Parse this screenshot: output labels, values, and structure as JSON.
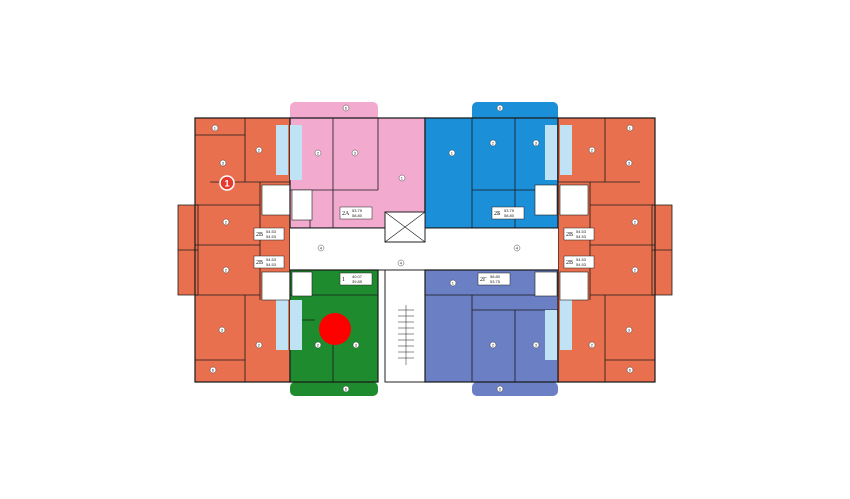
{
  "floor_plan": {
    "section_marker": "1",
    "apartments": [
      {
        "id": "2A",
        "area_main": "53.75",
        "area_sub": "58.80",
        "color": "#f2aacf"
      },
      {
        "id": "2Б",
        "area_main": "53.75",
        "area_sub": "58.80",
        "color": "#1b8fd8"
      },
      {
        "id": "2В",
        "area_main": "54.53",
        "area_sub": "54.53",
        "color": "#e8704e"
      },
      {
        "id": "2В",
        "area_main": "54.53",
        "area_sub": "54.53",
        "color": "#e8704e"
      },
      {
        "id": "2В",
        "area_main": "54.53",
        "area_sub": "54.53",
        "color": "#e8704e"
      },
      {
        "id": "2В",
        "area_main": "54.53",
        "area_sub": "54.53",
        "color": "#e8704e"
      },
      {
        "id": "1",
        "area_main": "40.07",
        "area_sub": "39.85",
        "color": "#1e8c2e"
      },
      {
        "id": "2Г",
        "area_main": "58.80",
        "area_sub": "53.75",
        "color": "#6a7fc4"
      }
    ],
    "room_numbers": [
      "1",
      "2",
      "3",
      "4",
      "5",
      "6",
      "7",
      "8",
      "9"
    ],
    "colors": {
      "pink": "#f2aacf",
      "blue": "#1b8fd8",
      "orange": "#e8704e",
      "green": "#1e8c2e",
      "slate": "#6a7fc4",
      "marker_red": "#ff0000",
      "corridor": "#ffffff"
    }
  }
}
